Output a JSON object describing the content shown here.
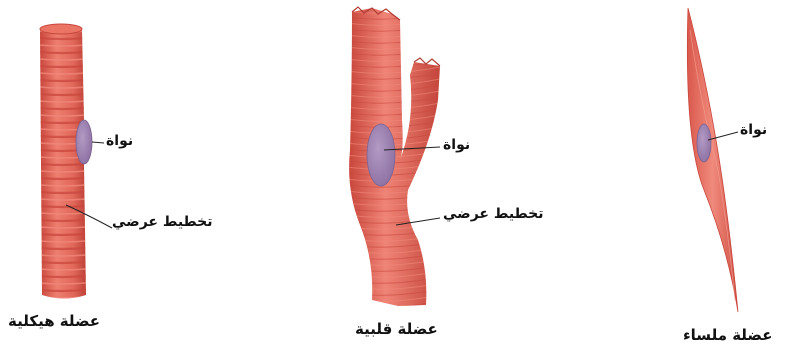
{
  "skeletal": {
    "nucleus_label": "نواة",
    "striation_label": "تخطيط عرضي",
    "caption": "عضلة هيكلية"
  },
  "cardiac": {
    "nucleus_label": "نواة",
    "striation_label": "تخطيط عرضي",
    "caption": "عضلة قلبية"
  },
  "smooth": {
    "nucleus_label": "نواة",
    "caption": "عضلة ملساء"
  },
  "colors": {
    "muscle_fill": "#e2675a",
    "muscle_dark": "#c9473d",
    "muscle_light": "#f08a7c",
    "nucleus_fill": "#9b7fae",
    "nucleus_edge": "#7d6392",
    "leader_line": "#222222"
  }
}
